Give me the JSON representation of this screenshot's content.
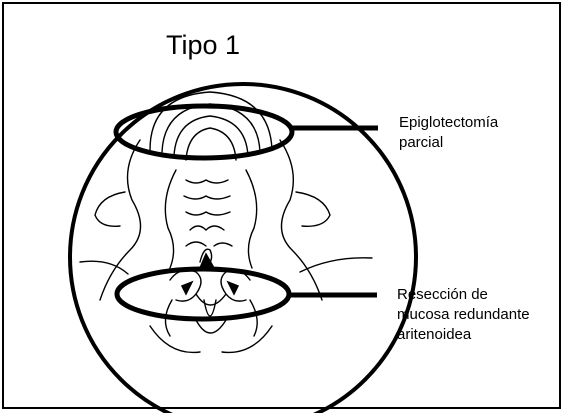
{
  "title": "Tipo 1",
  "annotations": {
    "top": {
      "lines": [
        "Epiglotectomía",
        "parcial"
      ]
    },
    "bottom": {
      "lines": [
        "Resección de",
        "mucosa redundante",
        "aritenoidea"
      ]
    }
  },
  "colors": {
    "ink": "#000000",
    "background": "#ffffff"
  }
}
